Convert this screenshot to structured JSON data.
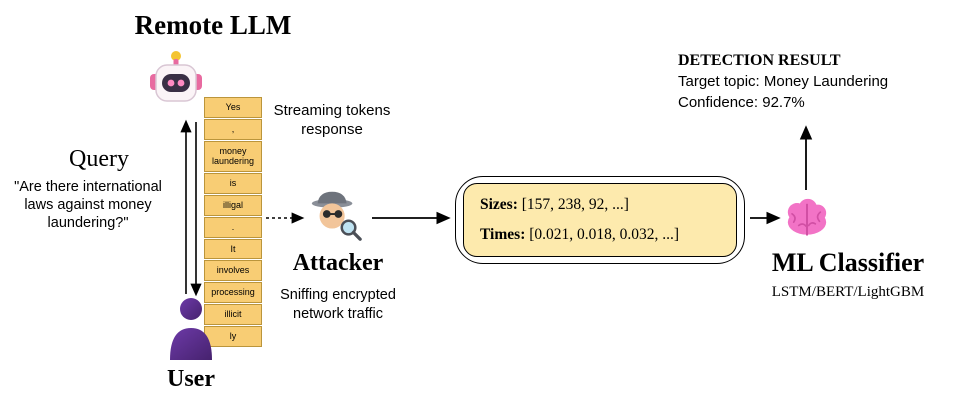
{
  "colors": {
    "token_bg": "#f8cd74",
    "token_border": "#bb953b",
    "feature_panel_bg": "#fdeaad",
    "user_purple": "#5b2d8e",
    "brain_pink": "#f273c6"
  },
  "remote_llm": {
    "title": "Remote LLM"
  },
  "query": {
    "label": "Query",
    "text": "\"Are there international laws against money laundering?\""
  },
  "user": {
    "label": "User"
  },
  "stream": {
    "caption": "Streaming tokens response"
  },
  "tokens": {
    "items": [
      "Yes",
      ",",
      "money laundering",
      "is",
      "illigal",
      ".",
      "It",
      "involves",
      "processing",
      "illicit",
      "ly"
    ]
  },
  "attacker": {
    "label": "Attacker",
    "subtitle": "Sniffing encrypted network traffic"
  },
  "features": {
    "sizes_label": "Sizes:",
    "sizes_value": " [157, 238, 92, ...]",
    "times_label": "Times:",
    "times_value": " [0.021, 0.018, 0.032, ...]"
  },
  "classifier": {
    "label": "ML Classifier",
    "subtitle": "LSTM/BERT/LightGBM"
  },
  "detection": {
    "title": "DETECTION RESULT",
    "target": "Target topic: Money Laundering",
    "confidence": "Confidence: 92.7%"
  }
}
